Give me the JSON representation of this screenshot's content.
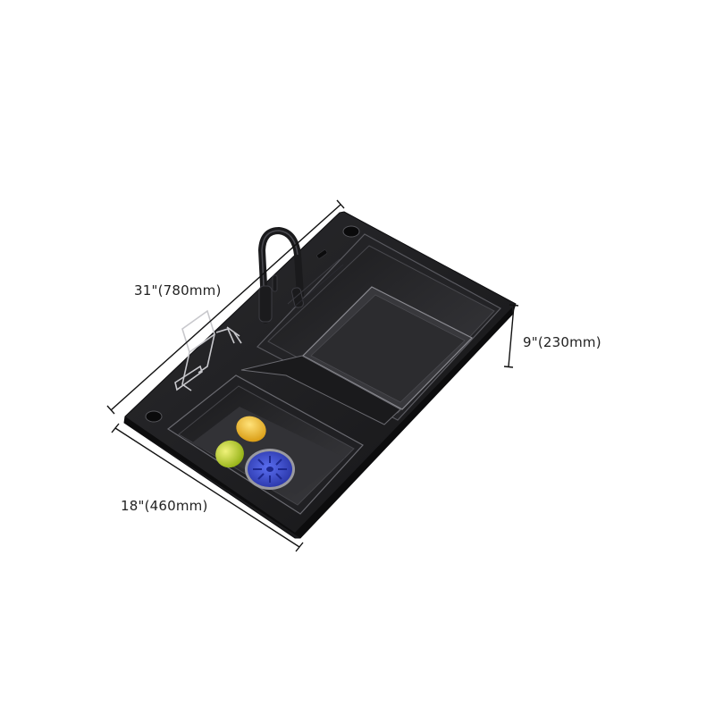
{
  "product": {
    "name": "Black stainless steel kitchen sink with pull-down faucet",
    "colors": {
      "sink_body": "#1c1c1e",
      "sink_rim": "#2a2a2d",
      "basin_floor": "#2e2e31",
      "highlight": "#6a6a70",
      "lemon": "#e8b82a",
      "lime": "#c8d62a",
      "drain_blue": "#3d4fd0",
      "dimension_line": "#111111"
    }
  },
  "dimensions": {
    "length": "31\"(780mm)",
    "width": "18\"(460mm)",
    "depth": "9\"(230mm)"
  }
}
